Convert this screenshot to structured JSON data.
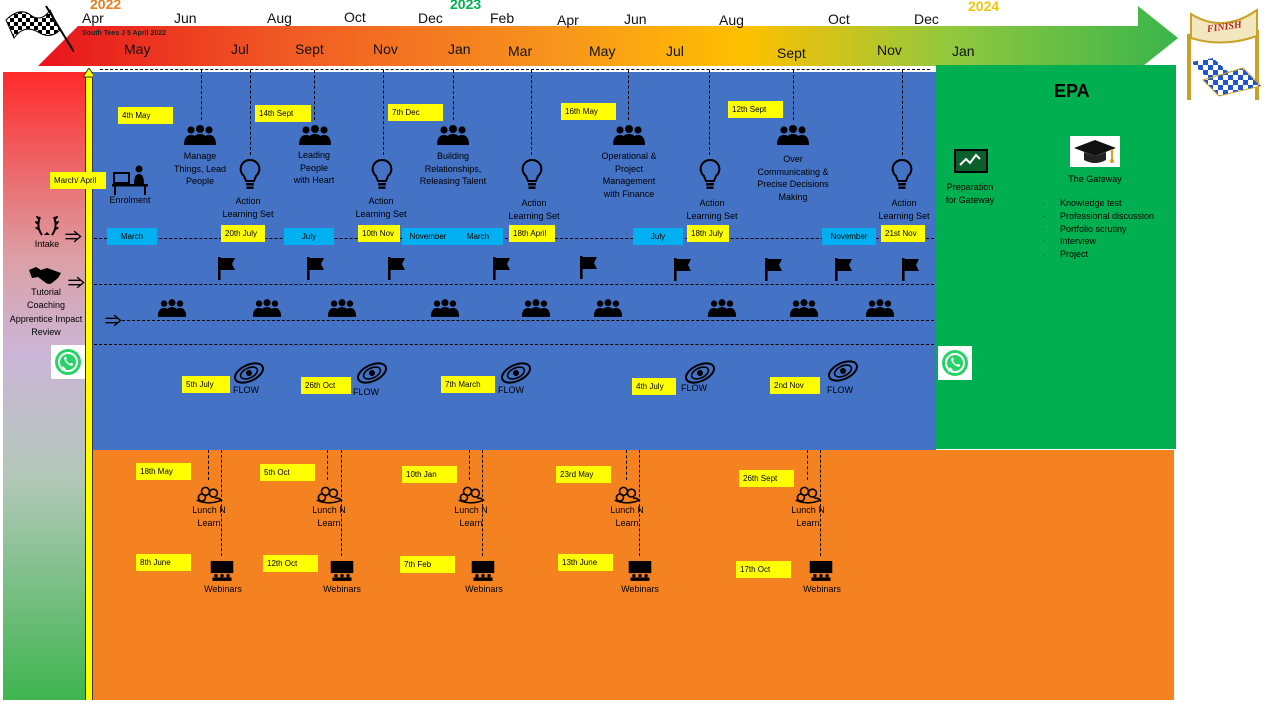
{
  "header": {
    "years": [
      "2022",
      "2023",
      "2024"
    ],
    "top_months": [
      "Apr",
      "Jun",
      "Aug",
      "Oct",
      "Dec",
      "Feb",
      "Apr",
      "Jun",
      "Aug",
      "Oct",
      "Dec"
    ],
    "bottom_months": [
      "May",
      "Jul",
      "Sept",
      "Nov",
      "Jan",
      "Mar",
      "May",
      "Jul",
      "Sept",
      "Nov",
      "Jan"
    ],
    "start_note": "South Tees J 5 April 2022",
    "finish_sign": "FINISH"
  },
  "left": {
    "march_april": "March/ April",
    "intake": "Intake",
    "tutorial": "Tutorial",
    "coaching": "Coaching",
    "apprentice_impact": "Apprentice Impact",
    "review": "Review"
  },
  "milestones": {
    "enrolment": "Enrolment",
    "manage": [
      "Manage",
      "Things, Lead",
      "People"
    ],
    "leading": [
      "Leading",
      "People",
      "with Heart"
    ],
    "building": [
      "Building",
      "Relationships,",
      "Releasing Talent"
    ],
    "operational": [
      "Operational &",
      "Project",
      "Management",
      "with Finance"
    ],
    "communicating": [
      "Over",
      "Communicating &",
      "Precise Decisions",
      "Making"
    ],
    "action_set": [
      "Action",
      "Learning Set"
    ]
  },
  "date_tags": {
    "top": [
      "4th May",
      "14th Sept",
      "7th Dec",
      "16th May",
      "12th Sept"
    ],
    "als": [
      "20th July",
      "10th Nov",
      "18th April",
      "18th July",
      "21st Nov"
    ],
    "intake_blue": [
      "March",
      "July",
      "November",
      "March",
      "July",
      "November"
    ],
    "flow": [
      "5th July",
      "26th Oct",
      "7th March",
      "4th July",
      "2nd Nov"
    ],
    "lunch": [
      "18th May",
      "5th Oct",
      "10th Jan",
      "23rd May",
      "26th Sept"
    ],
    "webinar": [
      "8th June",
      "12th Oct",
      "7th Feb",
      "13th June",
      "17th Oct"
    ]
  },
  "flow_label": "FLOW",
  "lunch_label": [
    "Lunch N",
    "Learn"
  ],
  "webinar_label": "Webinars",
  "epa": {
    "title": "EPA",
    "prep": [
      "Preparation",
      "for Gateway"
    ],
    "gateway": "The Gateway",
    "items": [
      "Knowledge test",
      "Professional discussion",
      "Portfolio scrutiny",
      "Interview",
      "Project"
    ]
  },
  "colors": {
    "blue_panel": "#4472c4",
    "green_panel": "#00b050",
    "orange_panel": "#f58221",
    "yellow_tag": "#ffff00",
    "cyan_tag": "#00b0f0",
    "year_2022": "#e67e22",
    "year_2023": "#00b050",
    "year_2024": "#f1c40f"
  }
}
